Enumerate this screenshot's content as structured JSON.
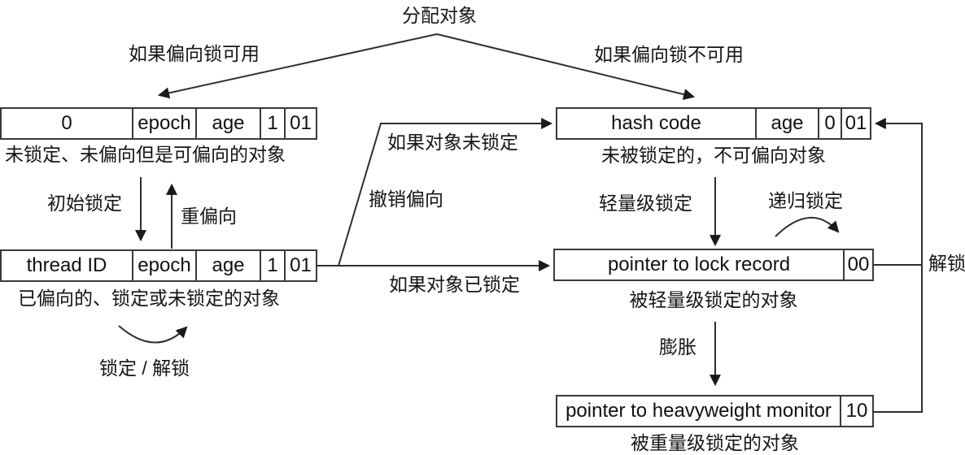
{
  "diagram": {
    "title_hint": "分配对象",
    "colors": {
      "line": "#2e2e2e",
      "text": "#151515",
      "background": "#ffffff"
    },
    "boxes": {
      "b1": {
        "cells": [
          "0",
          "epoch",
          "age",
          "1",
          "01"
        ],
        "caption": "未锁定、未偏向但是可偏向的对象"
      },
      "b2": {
        "cells": [
          "thread ID",
          "epoch",
          "age",
          "1",
          "01"
        ],
        "caption": "已偏向的、锁定或未锁定的对象"
      },
      "b3": {
        "cells": [
          "hash code",
          "age",
          "0",
          "01"
        ],
        "caption": "未被锁定的，不可偏向对象"
      },
      "b4": {
        "cells": [
          "pointer to lock record",
          "00"
        ],
        "caption": "被轻量级锁定的对象"
      },
      "b5": {
        "cells": [
          "pointer to heavyweight monitor",
          "10"
        ],
        "caption": "被重量级锁定的对象"
      }
    },
    "labels": {
      "allocate": "分配对象",
      "if_bias_available": "如果偏向锁可用",
      "if_bias_unavailable": "如果偏向锁不可用",
      "initial_lock": "初始锁定",
      "rebias": "重偏向",
      "lock_unlock": "锁定 / 解锁",
      "if_object_unlocked": "如果对象未锁定",
      "revoke_bias": "撤销偏向",
      "if_object_locked": "如果对象已锁定",
      "lightweight_lock": "轻量级锁定",
      "recursive_lock": "递归锁定",
      "inflate": "膨胀",
      "unlock": "解锁"
    }
  }
}
